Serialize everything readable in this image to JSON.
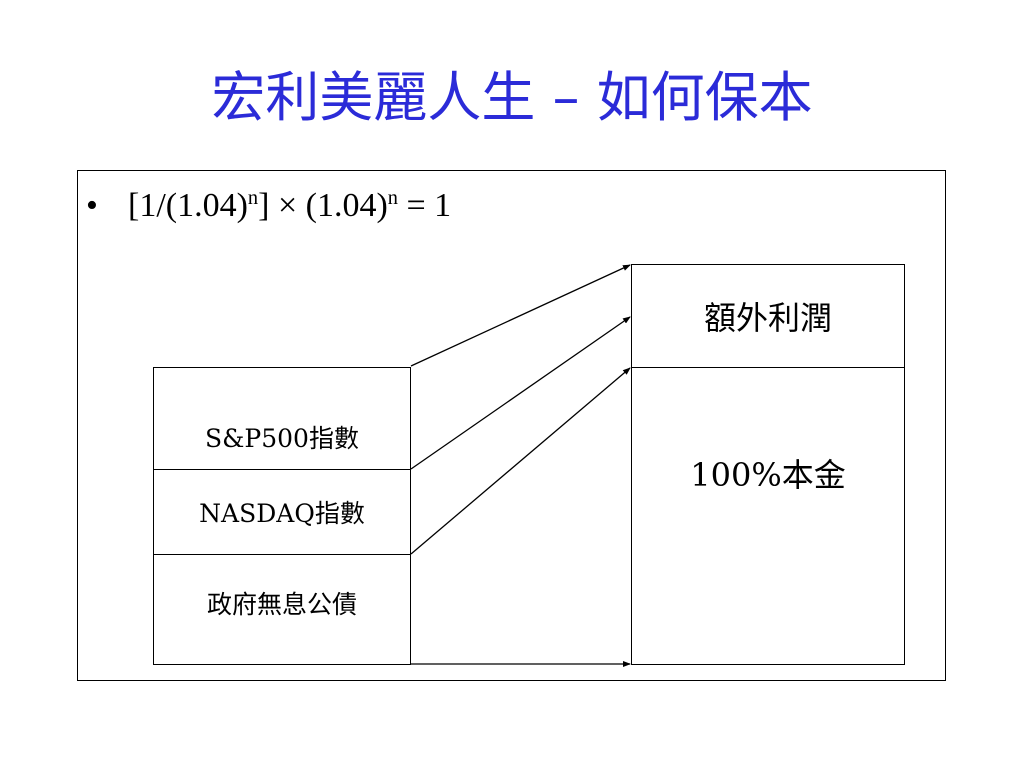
{
  "slide": {
    "title": "宏利美麗人生 – 如何保本",
    "bullet": {
      "symbol": "•",
      "formula": {
        "part1": "[1/(1.04)",
        "exp1": "n",
        "part2": "] × (1.04)",
        "exp2": "n",
        "part3": " = 1"
      }
    },
    "left_boxes": [
      {
        "label": "S&P500指數"
      },
      {
        "label": "NASDAQ指數"
      },
      {
        "label": "政府無息公債"
      }
    ],
    "right_boxes": [
      {
        "label": "額外利潤"
      },
      {
        "label": "100%本金"
      }
    ]
  },
  "colors": {
    "title": "#2b2bd8",
    "line": "#000000"
  }
}
